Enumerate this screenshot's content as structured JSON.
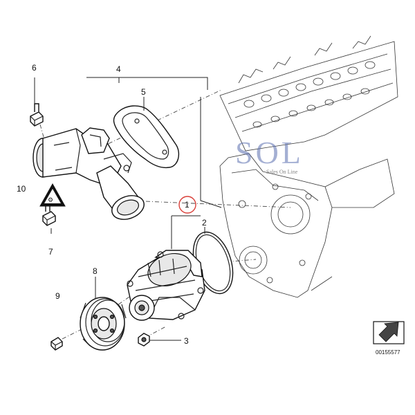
{
  "callouts": {
    "c1": "1",
    "c2": "2",
    "c3": "3",
    "c4": "4",
    "c5": "5",
    "c6": "6",
    "c7": "7",
    "c8": "8",
    "c9": "9",
    "c10": "10"
  },
  "watermark": {
    "logo": "SOL",
    "tagline": "Sales On Line"
  },
  "reference_number": "00155577",
  "colors": {
    "line": "#222222",
    "highlight_circle": "#d9403a",
    "watermark": "#5a6fb0"
  }
}
